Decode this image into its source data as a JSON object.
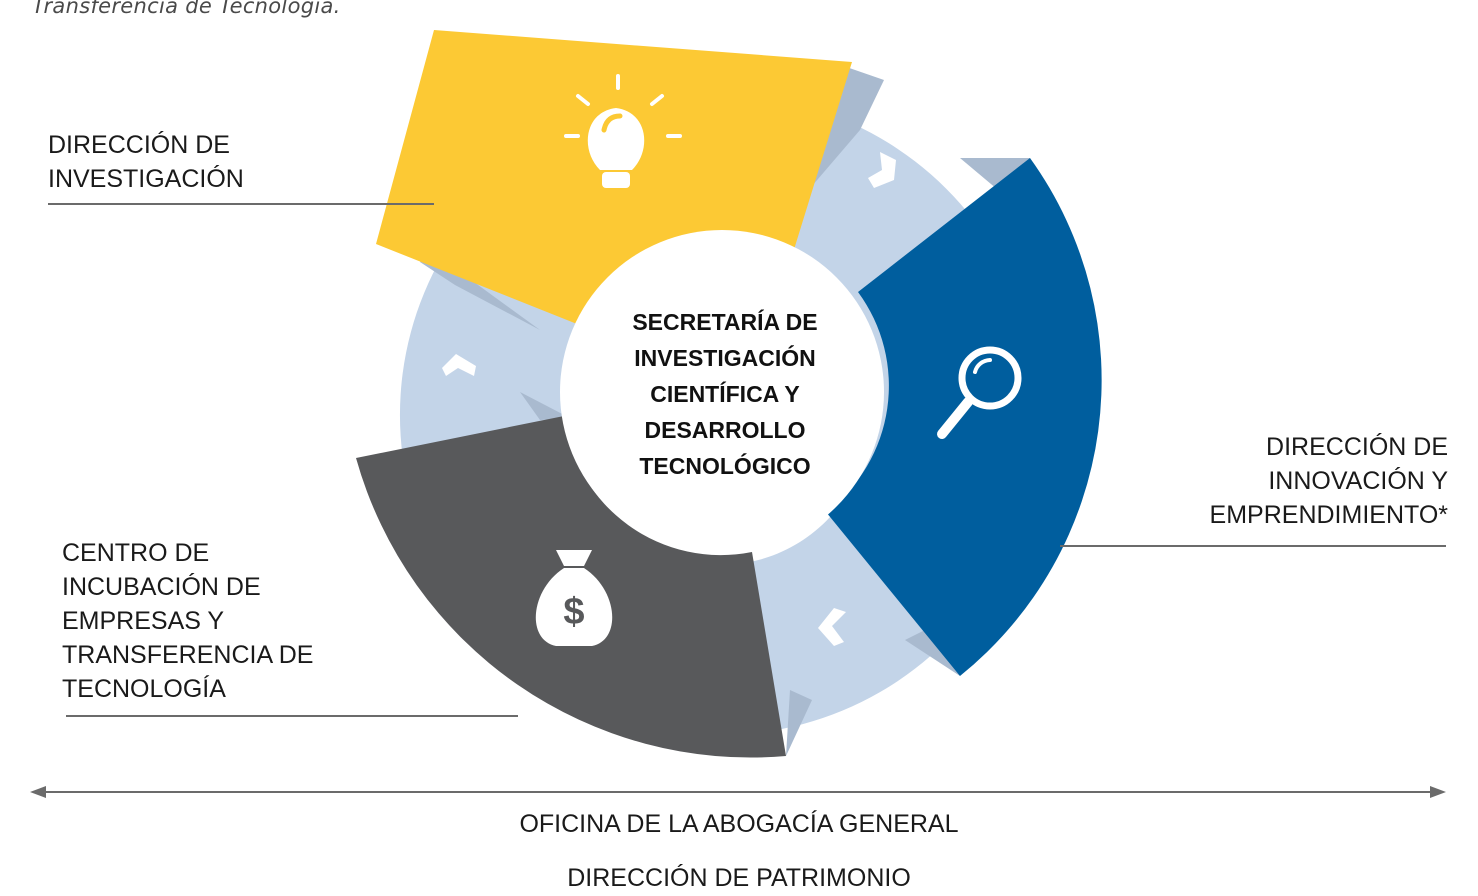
{
  "caption": "Transferencia de Tecnología.",
  "center": {
    "lines": [
      "SECRETARÍA DE",
      "INVESTIGACIÓN",
      "CIENTÍFICA Y",
      "DESARROLLO",
      "TECNOLÓGICO"
    ]
  },
  "units": [
    {
      "lines": [
        "DIRECCIÓN DE",
        "INVESTIGACIÓN"
      ],
      "color": "#FCC934",
      "icon": "lightbulb-icon"
    },
    {
      "lines": [
        "DIRECCIÓN DE",
        "INNOVACIÓN Y",
        "EMPRENDIMIENTO*"
      ],
      "color": "#005E9E",
      "icon": "magnifier-icon"
    },
    {
      "lines": [
        "CENTRO DE",
        "INCUBACIÓN DE",
        "EMPRESAS Y",
        "TRANSFERENCIA DE",
        "TECNOLOGÍA"
      ],
      "color": "#58595B",
      "icon": "money-bag-icon"
    }
  ],
  "cycle_ring_color": "#C3D4E8",
  "bottom": {
    "line1": "OFICINA DE LA ABOGACÍA GENERAL",
    "line2": "DIRECCIÓN DE PATRIMONIO"
  }
}
